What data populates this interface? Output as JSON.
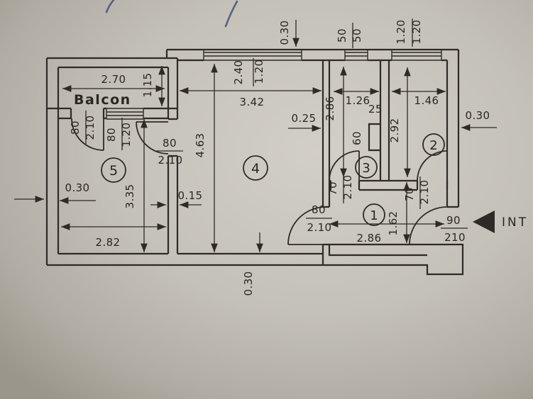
{
  "labels": {
    "balcony": "Balcon",
    "entrance": "INT"
  },
  "rooms": {
    "r1": "1",
    "r2": "2",
    "r3": "3",
    "r4": "4",
    "r5": "5"
  },
  "dimensions": {
    "top_wall": "0.30",
    "win_room3_a": "50",
    "win_room3_b": "50",
    "win_room2_a": "1.20",
    "win_room2_b": "1.20",
    "balcony_width": "2.70",
    "balcony_depth": "1.15",
    "win_room4_a": "2.40",
    "win_room4_b": "1.20",
    "room4_width": "3.42",
    "gap_top": "0.25",
    "room3_height": "2.86",
    "room3_width": "1.26",
    "duct_width": "25",
    "duct_height": "60",
    "room2_width": "1.46",
    "room2_height": "2.92",
    "right_wall": "0.30",
    "door_balcony_w": "80",
    "door_balcony_h": "2.10",
    "win_room5_w": "80",
    "win_room5_h": "1.20",
    "door_room5_w": "80",
    "door_room5_h": "2.10",
    "room4_height": "4.63",
    "left_wall": "0.30",
    "room5_height": "3.35",
    "partition": "0.15",
    "door_room3_w": "70",
    "door_room3_h": "2.10",
    "door_room4_w": "80",
    "door_room4_h": "2.10",
    "hall_width": "2.86",
    "hall_height": "1.62",
    "door_room2_w": "70",
    "door_room2_h": "2.10",
    "entry_door_w": "90",
    "entry_door_h": "210",
    "room5_width": "2.82",
    "bottom_wall": "0.30"
  },
  "colors": {
    "paper": "#c3c0b7",
    "ink": "#2f2b26",
    "pen_mark": "#44507e"
  }
}
